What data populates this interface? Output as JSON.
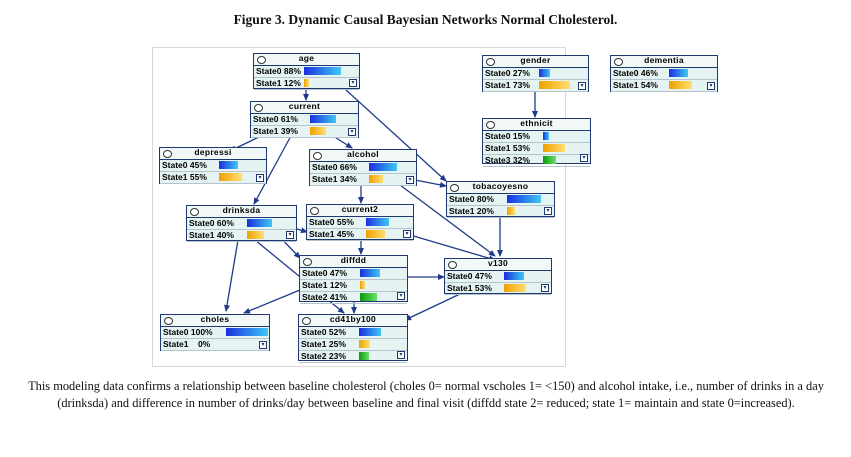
{
  "figure_title": "Figure 3. Dynamic Causal Bayesian Networks Normal Cholesterol.",
  "caption": "This modeling data confirms a relationship between baseline cholesterol (choles 0= normal vscholes 1= <150) and alcohol intake, i.e., number of drinks in a day (drinksda) and difference in number of drinks/day between baseline and final visit (diffdd state 2= reduced; state 1= maintain and state 0=increased).",
  "nodes": {
    "age": {
      "name": "age",
      "states": [
        {
          "label": "State0 88%",
          "value": 88
        },
        {
          "label": "State1 12%",
          "value": 12
        }
      ]
    },
    "gender": {
      "name": "gender",
      "states": [
        {
          "label": "State0 27%",
          "value": 27
        },
        {
          "label": "State1 73%",
          "value": 73
        }
      ]
    },
    "dementia": {
      "name": "dementia",
      "states": [
        {
          "label": "State0 46%",
          "value": 46
        },
        {
          "label": "State1 54%",
          "value": 54
        }
      ]
    },
    "current": {
      "name": "current",
      "states": [
        {
          "label": "State0 61%",
          "value": 61
        },
        {
          "label": "State1 39%",
          "value": 39
        }
      ]
    },
    "ethnicit": {
      "name": "ethnicit",
      "states": [
        {
          "label": "State0 15%",
          "value": 15
        },
        {
          "label": "State1 53%",
          "value": 53
        },
        {
          "label": "State3 32%",
          "value": 32
        }
      ]
    },
    "depressi": {
      "name": "depressi",
      "states": [
        {
          "label": "State0 45%",
          "value": 45
        },
        {
          "label": "State1 55%",
          "value": 55
        }
      ]
    },
    "alcohol": {
      "name": "alcohol",
      "states": [
        {
          "label": "State0 66%",
          "value": 66
        },
        {
          "label": "State1 34%",
          "value": 34
        }
      ]
    },
    "tobacoyesno": {
      "name": "tobacoyesno",
      "states": [
        {
          "label": "State0 80%",
          "value": 80
        },
        {
          "label": "State1 20%",
          "value": 20
        }
      ]
    },
    "drinksda": {
      "name": "drinksda",
      "states": [
        {
          "label": "State0 60%",
          "value": 60
        },
        {
          "label": "State1 40%",
          "value": 40
        }
      ]
    },
    "current2": {
      "name": "current2",
      "states": [
        {
          "label": "State0 55%",
          "value": 55
        },
        {
          "label": "State1 45%",
          "value": 45
        }
      ]
    },
    "diffdd": {
      "name": "diffdd",
      "states": [
        {
          "label": "State0 47%",
          "value": 47
        },
        {
          "label": "State1 12%",
          "value": 12
        },
        {
          "label": "State2 41%",
          "value": 41
        }
      ]
    },
    "v130": {
      "name": "v130",
      "states": [
        {
          "label": "State0 47%",
          "value": 47
        },
        {
          "label": "State1 53%",
          "value": 53
        }
      ]
    },
    "choles": {
      "name": "choles",
      "states": [
        {
          "label": "State0 100%",
          "value": 100
        },
        {
          "label": "State1    0%",
          "value": 0
        }
      ]
    },
    "cd41by100": {
      "name": "cd41by100",
      "states": [
        {
          "label": "State0 52%",
          "value": 52
        },
        {
          "label": "State1 25%",
          "value": 25
        },
        {
          "label": "State2 23%",
          "value": 23
        }
      ]
    }
  },
  "colors": {
    "node_bg": "#e6f3f3",
    "node_border": "#203870",
    "edge": "#1f3a8a",
    "state0": "#1a2fe0",
    "state1": "#f0a000",
    "state2": "#0a9a0a"
  }
}
